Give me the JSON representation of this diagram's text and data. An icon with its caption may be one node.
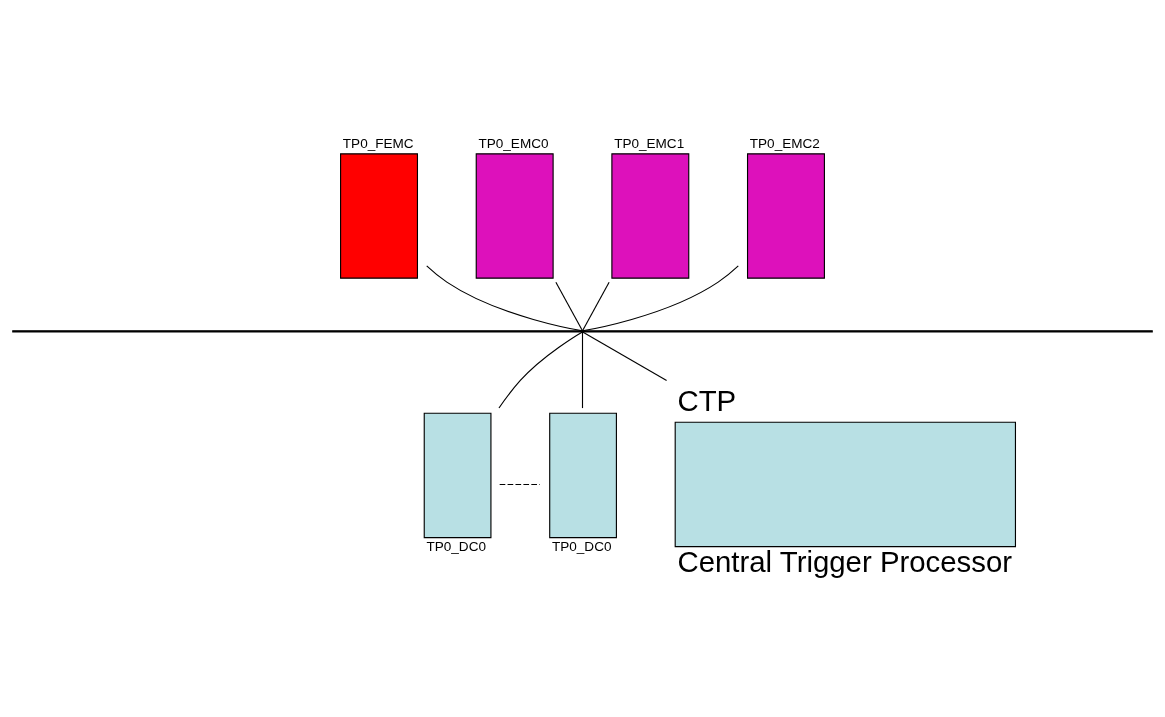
{
  "diagram": {
    "nodes": [
      {
        "text": [
          "TP0_FEMC"
        ]
      },
      {
        "text": [
          "TP0_EMC0"
        ]
      },
      {
        "text": [
          "TP0_EMC1"
        ]
      },
      {
        "text": [
          "TP0_EMC2"
        ]
      },
      {
        "text": [],
        "shape": "bar"
      },
      {
        "text": [
          "TP0_DC0"
        ]
      },
      {
        "text": [
          "TP0_DC0"
        ]
      },
      {
        "text": [
          "CTP",
          "Central Trigger Processor"
        ]
      }
    ],
    "edges": [
      {
        "from": 0,
        "to": 4,
        "arrow": "none"
      },
      {
        "from": 1,
        "to": 4,
        "arrow": "none"
      },
      {
        "from": 2,
        "to": 4,
        "arrow": "none"
      },
      {
        "from": 3,
        "to": 4,
        "arrow": "none"
      },
      {
        "from": 4,
        "to": 5,
        "arrow": "none"
      },
      {
        "from": 4,
        "to": 6,
        "arrow": "none"
      },
      {
        "from": 4,
        "to": 7,
        "arrow": "none"
      },
      {
        "from": 5,
        "to": 6,
        "arrow": "none",
        "style": "dashed"
      }
    ]
  }
}
